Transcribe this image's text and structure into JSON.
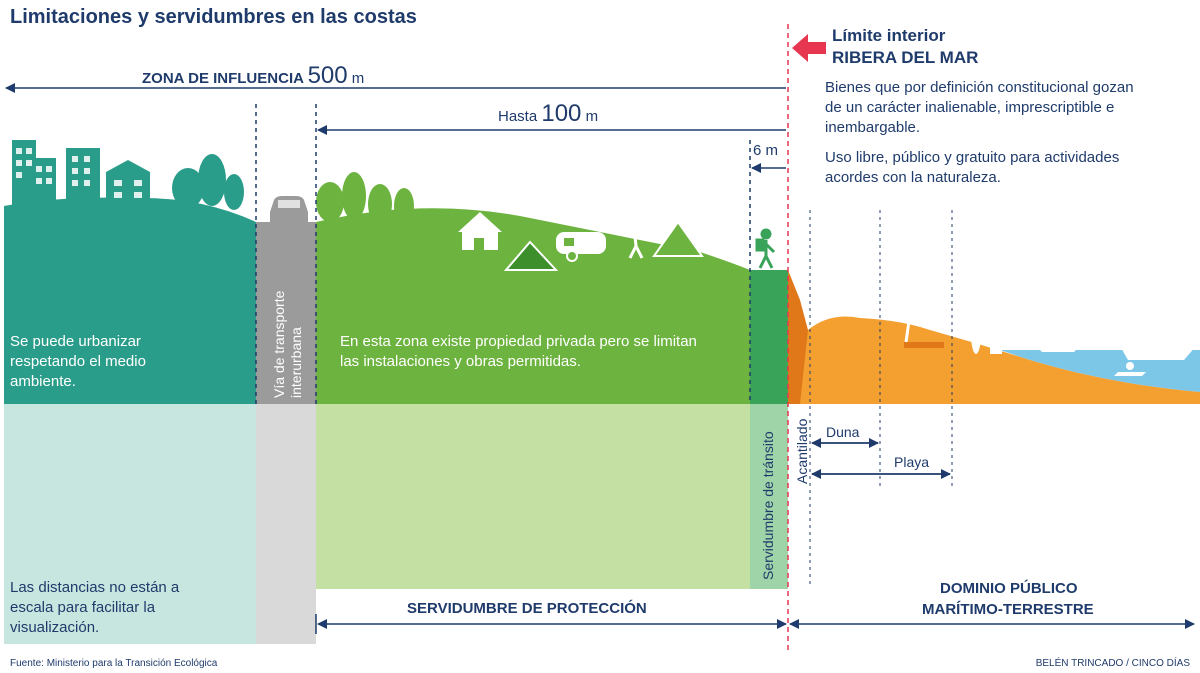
{
  "title": "Limitaciones y servidumbres en las costas",
  "limit": {
    "line1": "Límite interior",
    "line2": "RIBERA DEL MAR",
    "desc1": "Bienes que por definición constitucional gozan de un carácter inalienable, imprescriptible e inembargable.",
    "desc2": "Uso libre, público y gratuito para actividades acordes con la naturaleza."
  },
  "influence": {
    "label": "ZONA DE INFLUENCIA",
    "value": "500",
    "unit": "m"
  },
  "hasta": {
    "prefix": "Hasta",
    "value": "100",
    "unit": "m"
  },
  "transit_width": "6 m",
  "urban_text": "Se puede urbanizar respetando el medio ambiente.",
  "road_label": "Vía de transporte interurbana",
  "private_text": "En esta zona existe propiedad privada pero se limitan las instalaciones y obras permitidas.",
  "transit_label": "Servidumbre de tránsito",
  "acantilado": "Acantilado",
  "duna": "Duna",
  "playa": "Playa",
  "note": "Las distancias no están a escala para facilitar la visualización.",
  "proteccion": "SERVIDUMBRE DE PROTECCIÓN",
  "dominio1": "DOMINIO PÚBLICO",
  "dominio2": "MARÍTIMO-TERRESTRE",
  "source": "Fuente: Ministerio para la Transición Ecológica",
  "credit": "BELÉN TRINCADO / CINCO DÍAS",
  "colors": {
    "urban_teal": "#2a9d8a",
    "urban_light": "#c8e6e0",
    "road_gray": "#9b9b9b",
    "road_light": "#d9d9d9",
    "green": "#6db33f",
    "green_light": "#c5e0a3",
    "transit_green": "#3aa35a",
    "sand": "#f3a031",
    "sea": "#7cc6e8",
    "limit_red": "#e63650",
    "navy": "#1f3b6b"
  }
}
